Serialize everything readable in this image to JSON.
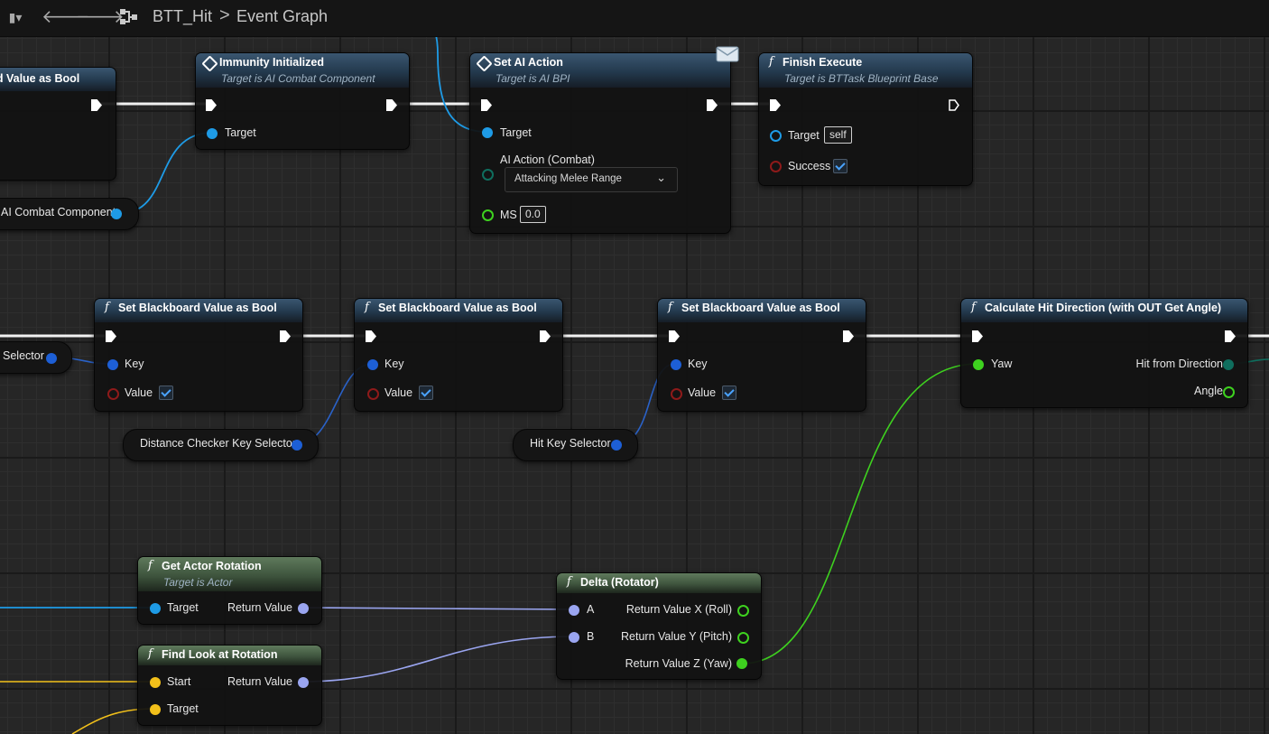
{
  "toolbar": {
    "back_icon": "arrow-left-icon",
    "forward_icon": "arrow-right-icon",
    "breadcrumb": {
      "asset": "BTT_Hit",
      "separator": ">",
      "graph": "Event Graph"
    }
  },
  "nodes": {
    "bb_bool_left": {
      "title": "rd Value as Bool"
    },
    "immunity": {
      "title": "Immunity Initialized",
      "subtitle": "Target is AI Combat Component",
      "pin_target": "Target"
    },
    "set_ai_action": {
      "title": "Set AI Action",
      "subtitle": "Target is AI BPI",
      "pin_target": "Target",
      "pin_action": "AI Action (Combat)",
      "action_value": "Attacking Melee Range",
      "pin_ms": "MS",
      "ms_value": "0.0"
    },
    "finish_execute": {
      "title": "Finish Execute",
      "subtitle": "Target is BTTask Blueprint Base",
      "pin_target": "Target",
      "target_value": "self",
      "pin_success": "Success"
    },
    "set_bb_1": {
      "title": "Set Blackboard Value as Bool",
      "pin_key": "Key",
      "pin_value": "Value"
    },
    "set_bb_2": {
      "title": "Set Blackboard Value as Bool",
      "pin_key": "Key",
      "pin_value": "Value"
    },
    "set_bb_3": {
      "title": "Set Blackboard Value as Bool",
      "pin_key": "Key",
      "pin_value": "Value"
    },
    "calc_hit": {
      "title": "Calculate Hit Direction (with OUT Get Angle)",
      "pin_yaw": "Yaw",
      "pin_hit_from": "Hit from Direction",
      "pin_angle": "Angle"
    },
    "get_actor_rotation": {
      "title": "Get Actor Rotation",
      "subtitle": "Target is Actor",
      "pin_target": "Target",
      "pin_return": "Return Value"
    },
    "find_look_at": {
      "title": "Find Look at Rotation",
      "pin_start": "Start",
      "pin_target": "Target",
      "pin_return": "Return Value"
    },
    "delta_rotator": {
      "title": "Delta (Rotator)",
      "pin_a": "A",
      "pin_b": "B",
      "pin_roll": "Return Value X (Roll)",
      "pin_pitch": "Return Value Y (Pitch)",
      "pin_yaw": "Return Value Z (Yaw)"
    }
  },
  "variables": {
    "ai_combat_component": "AI Combat Component",
    "selector_left": "Selector",
    "distance_checker": "Distance Checker Key Selector",
    "hit_key": "Hit Key Selector"
  },
  "colors": {
    "exec": "#ffffff",
    "object": "#1e9be6",
    "struct": "#1d5fd6",
    "bool": "#8e1a1a",
    "float": "#3ed11f",
    "rotator": "#9aa5f0",
    "vector": "#f2c01a",
    "enum": "#0f6e5e"
  }
}
